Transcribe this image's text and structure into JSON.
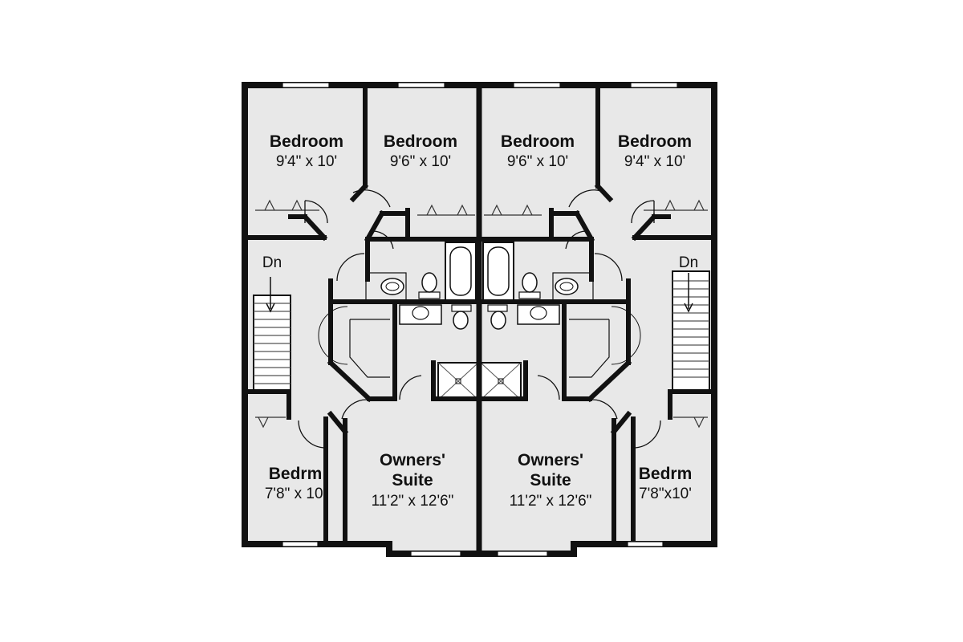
{
  "plan": {
    "colors": {
      "wall": "#111111",
      "floor": "#e8e8e8",
      "background": "#ffffff",
      "window": "#ffffff",
      "fixture": "#ffffff"
    },
    "units": [
      {
        "rooms": [
          {
            "name": "Bedroom",
            "dim": "9'4\" x 10'"
          },
          {
            "name": "Bedroom",
            "dim": "9'6\" x 10'"
          },
          {
            "name": "Bedrm",
            "dim": "7'8\" x 10'"
          },
          {
            "name": "Owners'",
            "name2": "Suite",
            "dim": "11'2\" x 12'6\""
          }
        ],
        "stair_label": "Dn"
      },
      {
        "rooms": [
          {
            "name": "Bedroom",
            "dim": "9'6\" x 10'"
          },
          {
            "name": "Bedroom",
            "dim": "9'4\" x 10'"
          },
          {
            "name": "Owners'",
            "name2": "Suite",
            "dim": "11'2\" x 12'6\""
          },
          {
            "name": "Bedrm",
            "dim": "7'8\"x10'"
          }
        ],
        "stair_label": "Dn"
      }
    ]
  }
}
